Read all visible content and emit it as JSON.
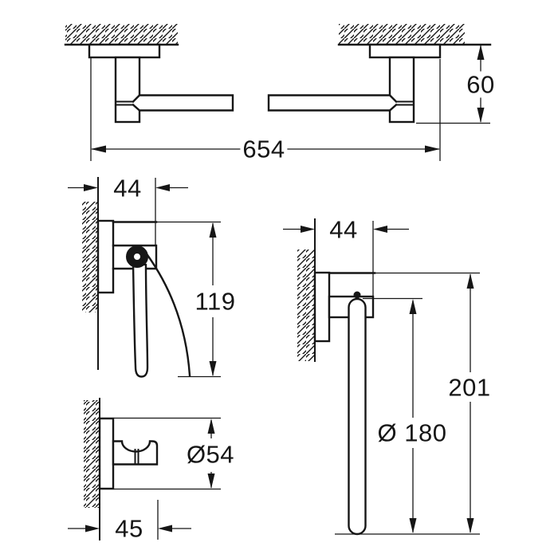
{
  "colors": {
    "line": "#161616",
    "background": "#ffffff"
  },
  "drawings": {
    "towel_bar": {
      "length": "654",
      "height": "60"
    },
    "paper_holder": {
      "depth": "44",
      "height": "119"
    },
    "towel_ring": {
      "depth": "44",
      "total_height": "201",
      "diameter": "Ø 180"
    },
    "hook": {
      "diameter": "Ø54",
      "depth": "45"
    }
  }
}
